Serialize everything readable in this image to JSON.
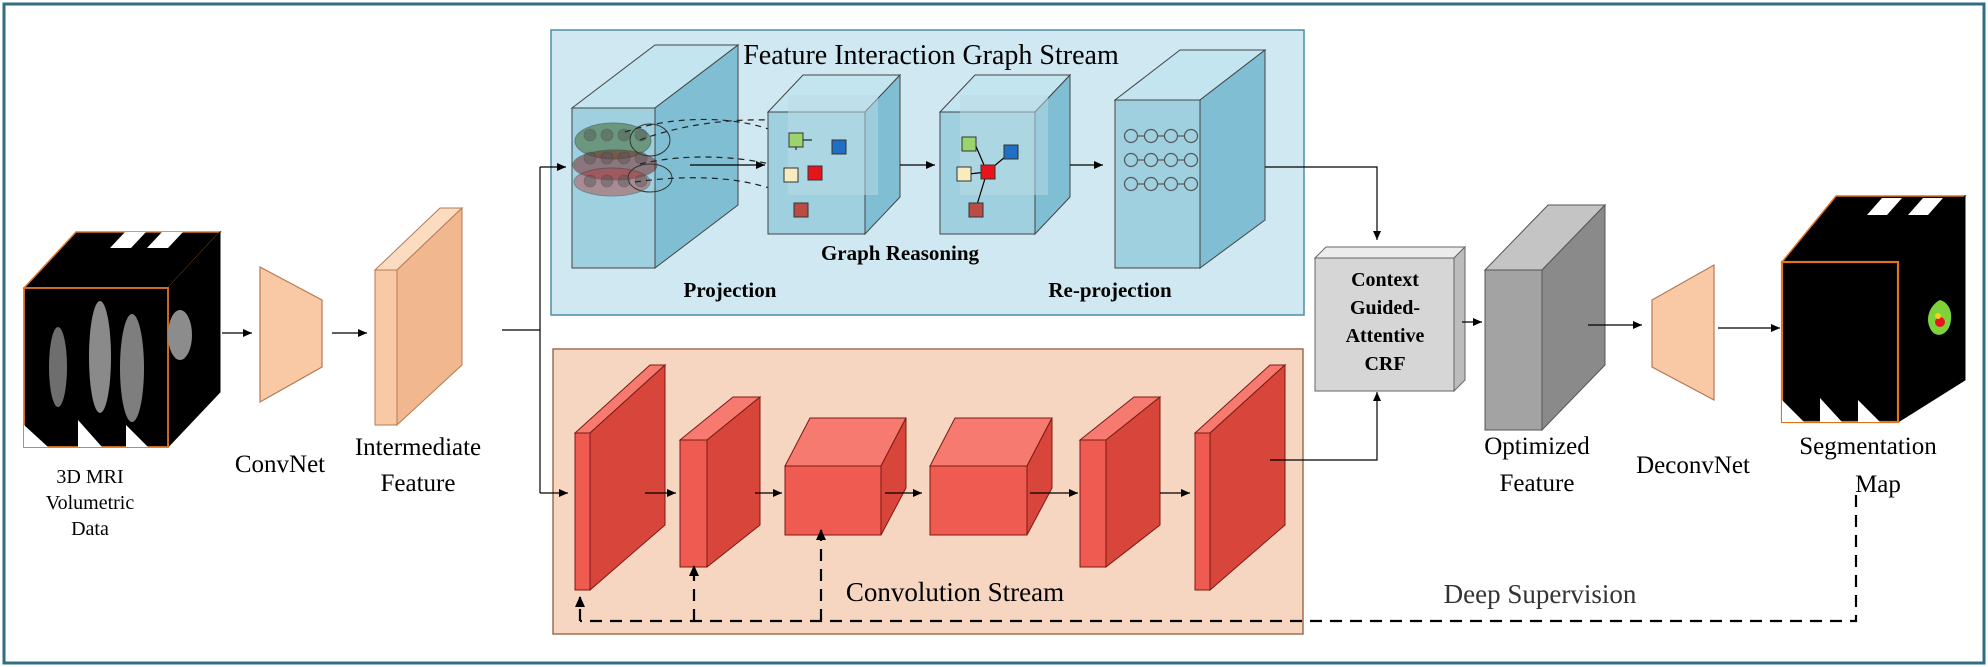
{
  "labels": {
    "graph_stream": "Feature Interaction Graph Stream",
    "projection": "Projection",
    "graph_reasoning": "Graph Reasoning",
    "reprojection": "Re-projection",
    "conv_stream": "Convolution Stream",
    "deep_supervision": "Deep Supervision",
    "mri_line1": "3D MRI",
    "mri_line2": "Volumetric",
    "mri_line3": "Data",
    "convnet": "ConvNet",
    "intermediate_line1": "Intermediate",
    "intermediate_line2": "Feature",
    "crf_line1": "Context",
    "crf_line2": "Guided-",
    "crf_line3": "Attentive",
    "crf_line4": "CRF",
    "optimized_line1": "Optimized",
    "optimized_line2": "Feature",
    "deconvnet": "DeconvNet",
    "segmap_line1": "Segmentation",
    "segmap_line2": "Map"
  },
  "colors": {
    "frame": "#2f6e84",
    "graph_panel": "#cfe8f1",
    "graph_cube": "#9fd0e0",
    "conv_panel": "#f6d6c0",
    "conv_block": "#ef5b50",
    "conv_block_dark": "#b8322a",
    "feature_block": "#f8c9a4",
    "crf_box": "#d6d6d6",
    "optimized": "#a3a3a3",
    "node_green": "#9bd36c",
    "node_red": "#e8141b",
    "node_blue": "#1f6fc4",
    "node_cream": "#f7ecc0",
    "node_brown": "#b94c45",
    "seg_border": "#e0741e"
  }
}
